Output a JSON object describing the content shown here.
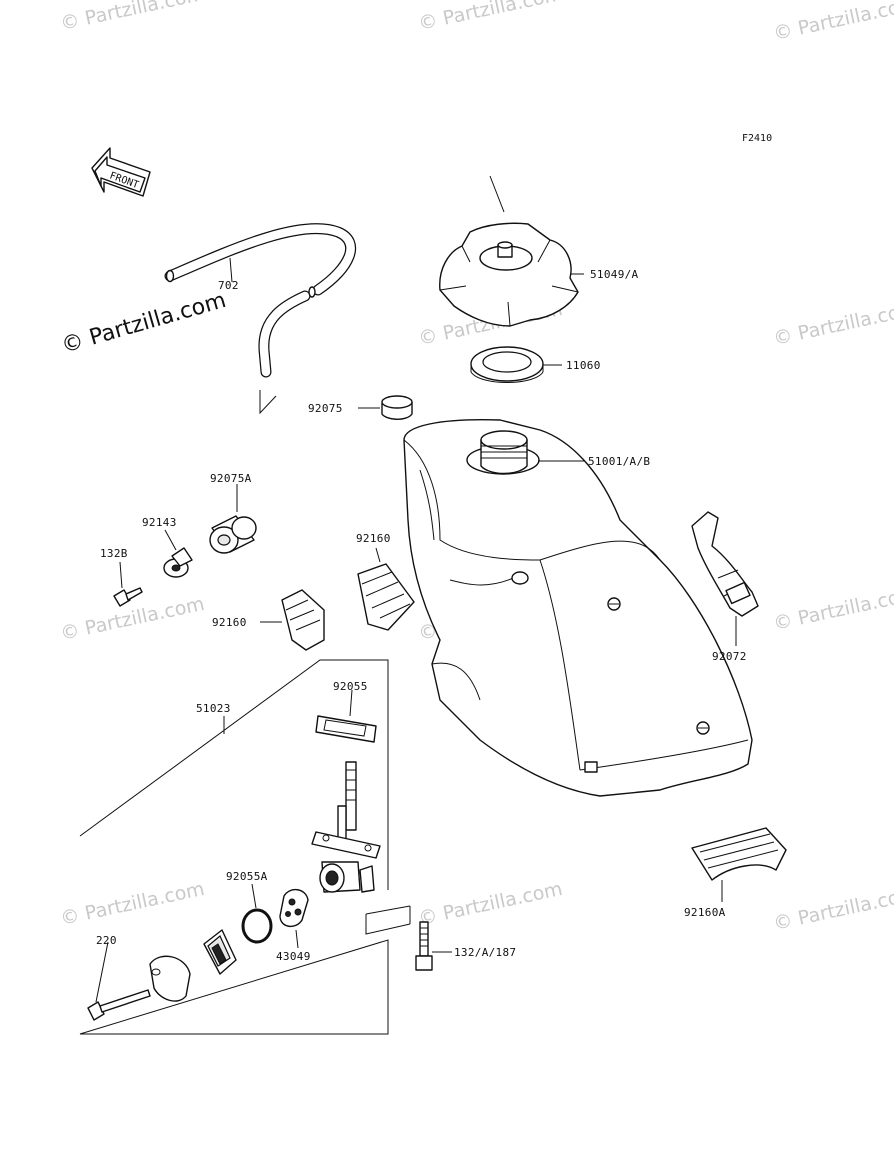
{
  "figure_code": "F2410",
  "front_arrow_label": "FRONT",
  "watermark": "© Partzilla.com",
  "watermark_main": "© Partzilla.com",
  "labels": {
    "p51049": "51049/A",
    "p11060": "11060",
    "p92075": "92075",
    "p51001": "51001/A/B",
    "p702": "702",
    "p92075A": "92075A",
    "p92143": "92143",
    "p132B": "132B",
    "p92160_top": "92160",
    "p92160_left": "92160",
    "p92072": "92072",
    "p51023": "51023",
    "p92055": "92055",
    "p92055A": "92055A",
    "p43049": "43049",
    "p220": "220",
    "p132A187": "132/A/187",
    "p92160A": "92160A"
  }
}
